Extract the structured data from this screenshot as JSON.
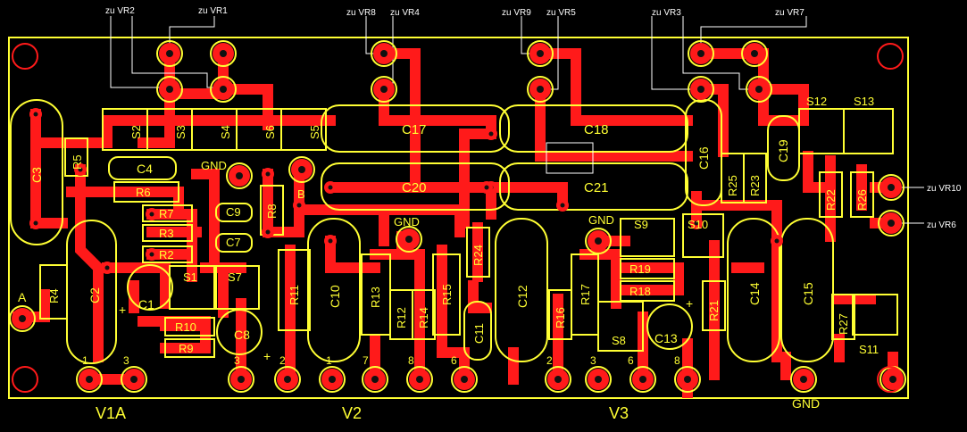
{
  "board": {
    "colors": {
      "background": "#000000",
      "copper": "#ff1a1a",
      "silkscreen": "#ffff33",
      "annotation": "#ffffff"
    }
  },
  "annotations": [
    "zu VR2",
    "zu VR1",
    "zu VR8",
    "zu VR4",
    "zu VR9",
    "zu VR5",
    "zu VR3",
    "zu VR7",
    "zu VR10",
    "zu VR6"
  ],
  "labels": {
    "caps": [
      "C3",
      "C4",
      "C2",
      "C1",
      "C8",
      "C9",
      "C7",
      "C10",
      "C11",
      "C12",
      "C13",
      "C14",
      "C15",
      "C16",
      "C17",
      "C18",
      "C19",
      "C20",
      "C21"
    ],
    "resistors": [
      "R5",
      "R6",
      "R7",
      "R3",
      "R2",
      "R4",
      "R10",
      "R9",
      "R8",
      "R11",
      "R13",
      "R12",
      "R14",
      "R15",
      "R24",
      "R16",
      "R17",
      "R19",
      "R18",
      "R21",
      "R25",
      "R23",
      "R22",
      "R26",
      "R27"
    ],
    "switches": [
      "S2",
      "S3",
      "S4",
      "S6",
      "S5",
      "S1",
      "S7",
      "S9",
      "S10",
      "S8",
      "S12",
      "S13",
      "S11"
    ],
    "misc": [
      "GND",
      "GND",
      "GND",
      "GND",
      "B",
      "A",
      "+",
      "+",
      "+"
    ],
    "pins": [
      "1",
      "3",
      "3",
      "2",
      "1",
      "7",
      "8",
      "6",
      "2",
      "3",
      "6",
      "8"
    ],
    "tubes": [
      "V1A",
      "V2",
      "V3"
    ]
  }
}
